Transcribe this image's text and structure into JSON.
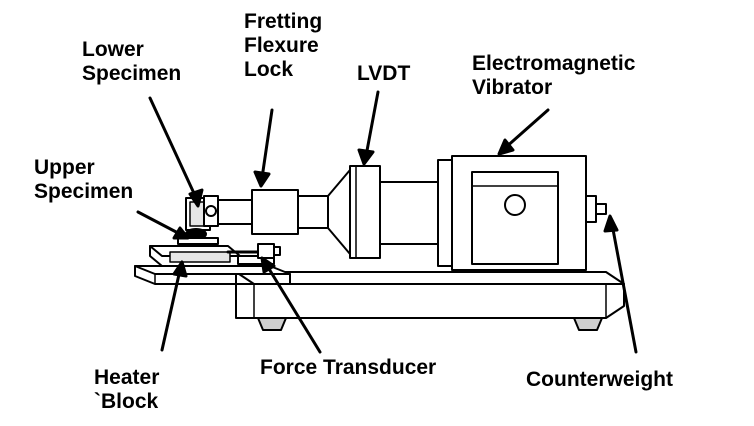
{
  "labels": {
    "fretting_flexure_lock": [
      "Fretting",
      "Flexure",
      "Lock"
    ],
    "lower_specimen": [
      "Lower",
      "Specimen"
    ],
    "lvdt": [
      "LVDT"
    ],
    "electromagnetic_vibrator": [
      "Electromagnetic",
      "Vibrator"
    ],
    "upper_specimen": [
      "Upper",
      "Specimen"
    ],
    "heater_block": [
      "Heater",
      "`Block"
    ],
    "force_transducer": [
      "Force Transducer"
    ],
    "counterweight": [
      "Counterweight"
    ]
  },
  "colors": {
    "ink": "#000000",
    "paper": "#ffffff"
  }
}
